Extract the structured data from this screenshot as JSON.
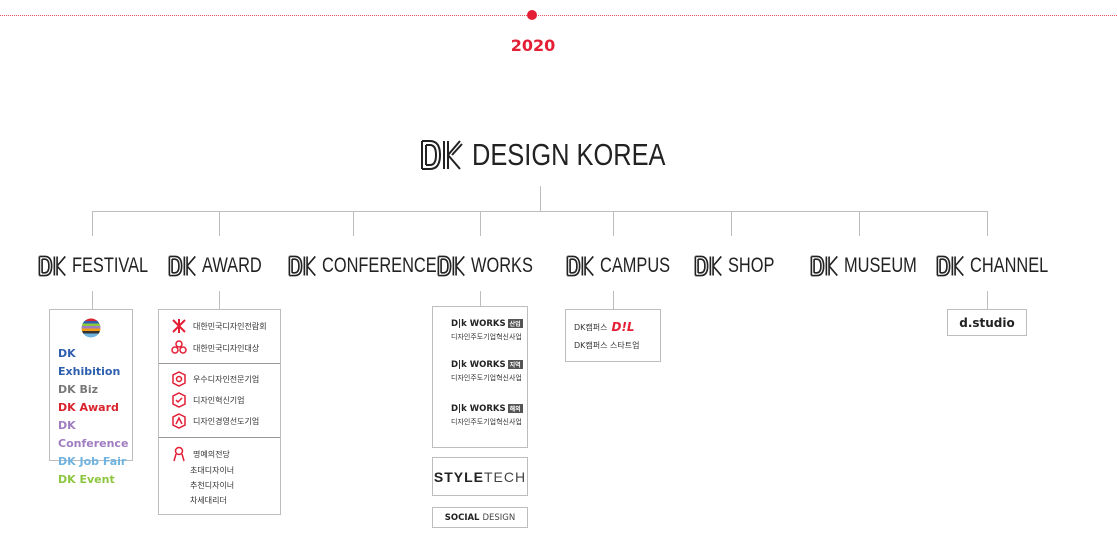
{
  "year": "2020",
  "main_title": "DESIGN KOREA",
  "categories": [
    {
      "label": "FESTIVAL"
    },
    {
      "label": "AWARD"
    },
    {
      "label": "CONFERENCE"
    },
    {
      "label": "WORKS"
    },
    {
      "label": "CAMPUS"
    },
    {
      "label": "SHOP"
    },
    {
      "label": "MUSEUM"
    },
    {
      "label": "CHANNEL"
    }
  ],
  "festival": {
    "items": [
      {
        "label": "DK Exhibition",
        "color": "#2e5fae"
      },
      {
        "label": "DK Biz",
        "color": "#7a7a7a"
      },
      {
        "label": "DK Award",
        "color": "#d9232e"
      },
      {
        "label": "DK Conference",
        "color": "#a07cc0"
      },
      {
        "label": "DK Job Fair",
        "color": "#6fb3e0"
      },
      {
        "label": "DK Event",
        "color": "#8dc63f"
      }
    ]
  },
  "award": {
    "group1": [
      "대한민국디자인전람회",
      "대한민국디자인대상"
    ],
    "group2": [
      "우수디자인전문기업",
      "디자인혁신기업",
      "디자인경영선도기업"
    ],
    "group3_title": "명예의전당",
    "group3": [
      "초대디자이너",
      "추천디자이너",
      "차세대리더"
    ]
  },
  "works": {
    "entries": [
      {
        "title": "WORKS",
        "tag": "산업",
        "sub": "디자인주도기업혁신사업"
      },
      {
        "title": "WORKS",
        "tag": "지역",
        "sub": "디자인주도기업혁신사업"
      },
      {
        "title": "WORKS",
        "tag": "해외",
        "sub": "디자인주도기업혁신사업"
      }
    ],
    "styletech_a": "STYLE",
    "styletech_b": "TECH",
    "social_a": "SOCIAL",
    "social_b": "DESIGN"
  },
  "campus": {
    "line1": "DK캠퍼스",
    "line1_logo": "D!L",
    "line2": "DK캠퍼스 스타트업"
  },
  "channel": {
    "logo": "d.studio"
  },
  "colors": {
    "accent": "#e41f35",
    "line": "#bdbdbd"
  }
}
